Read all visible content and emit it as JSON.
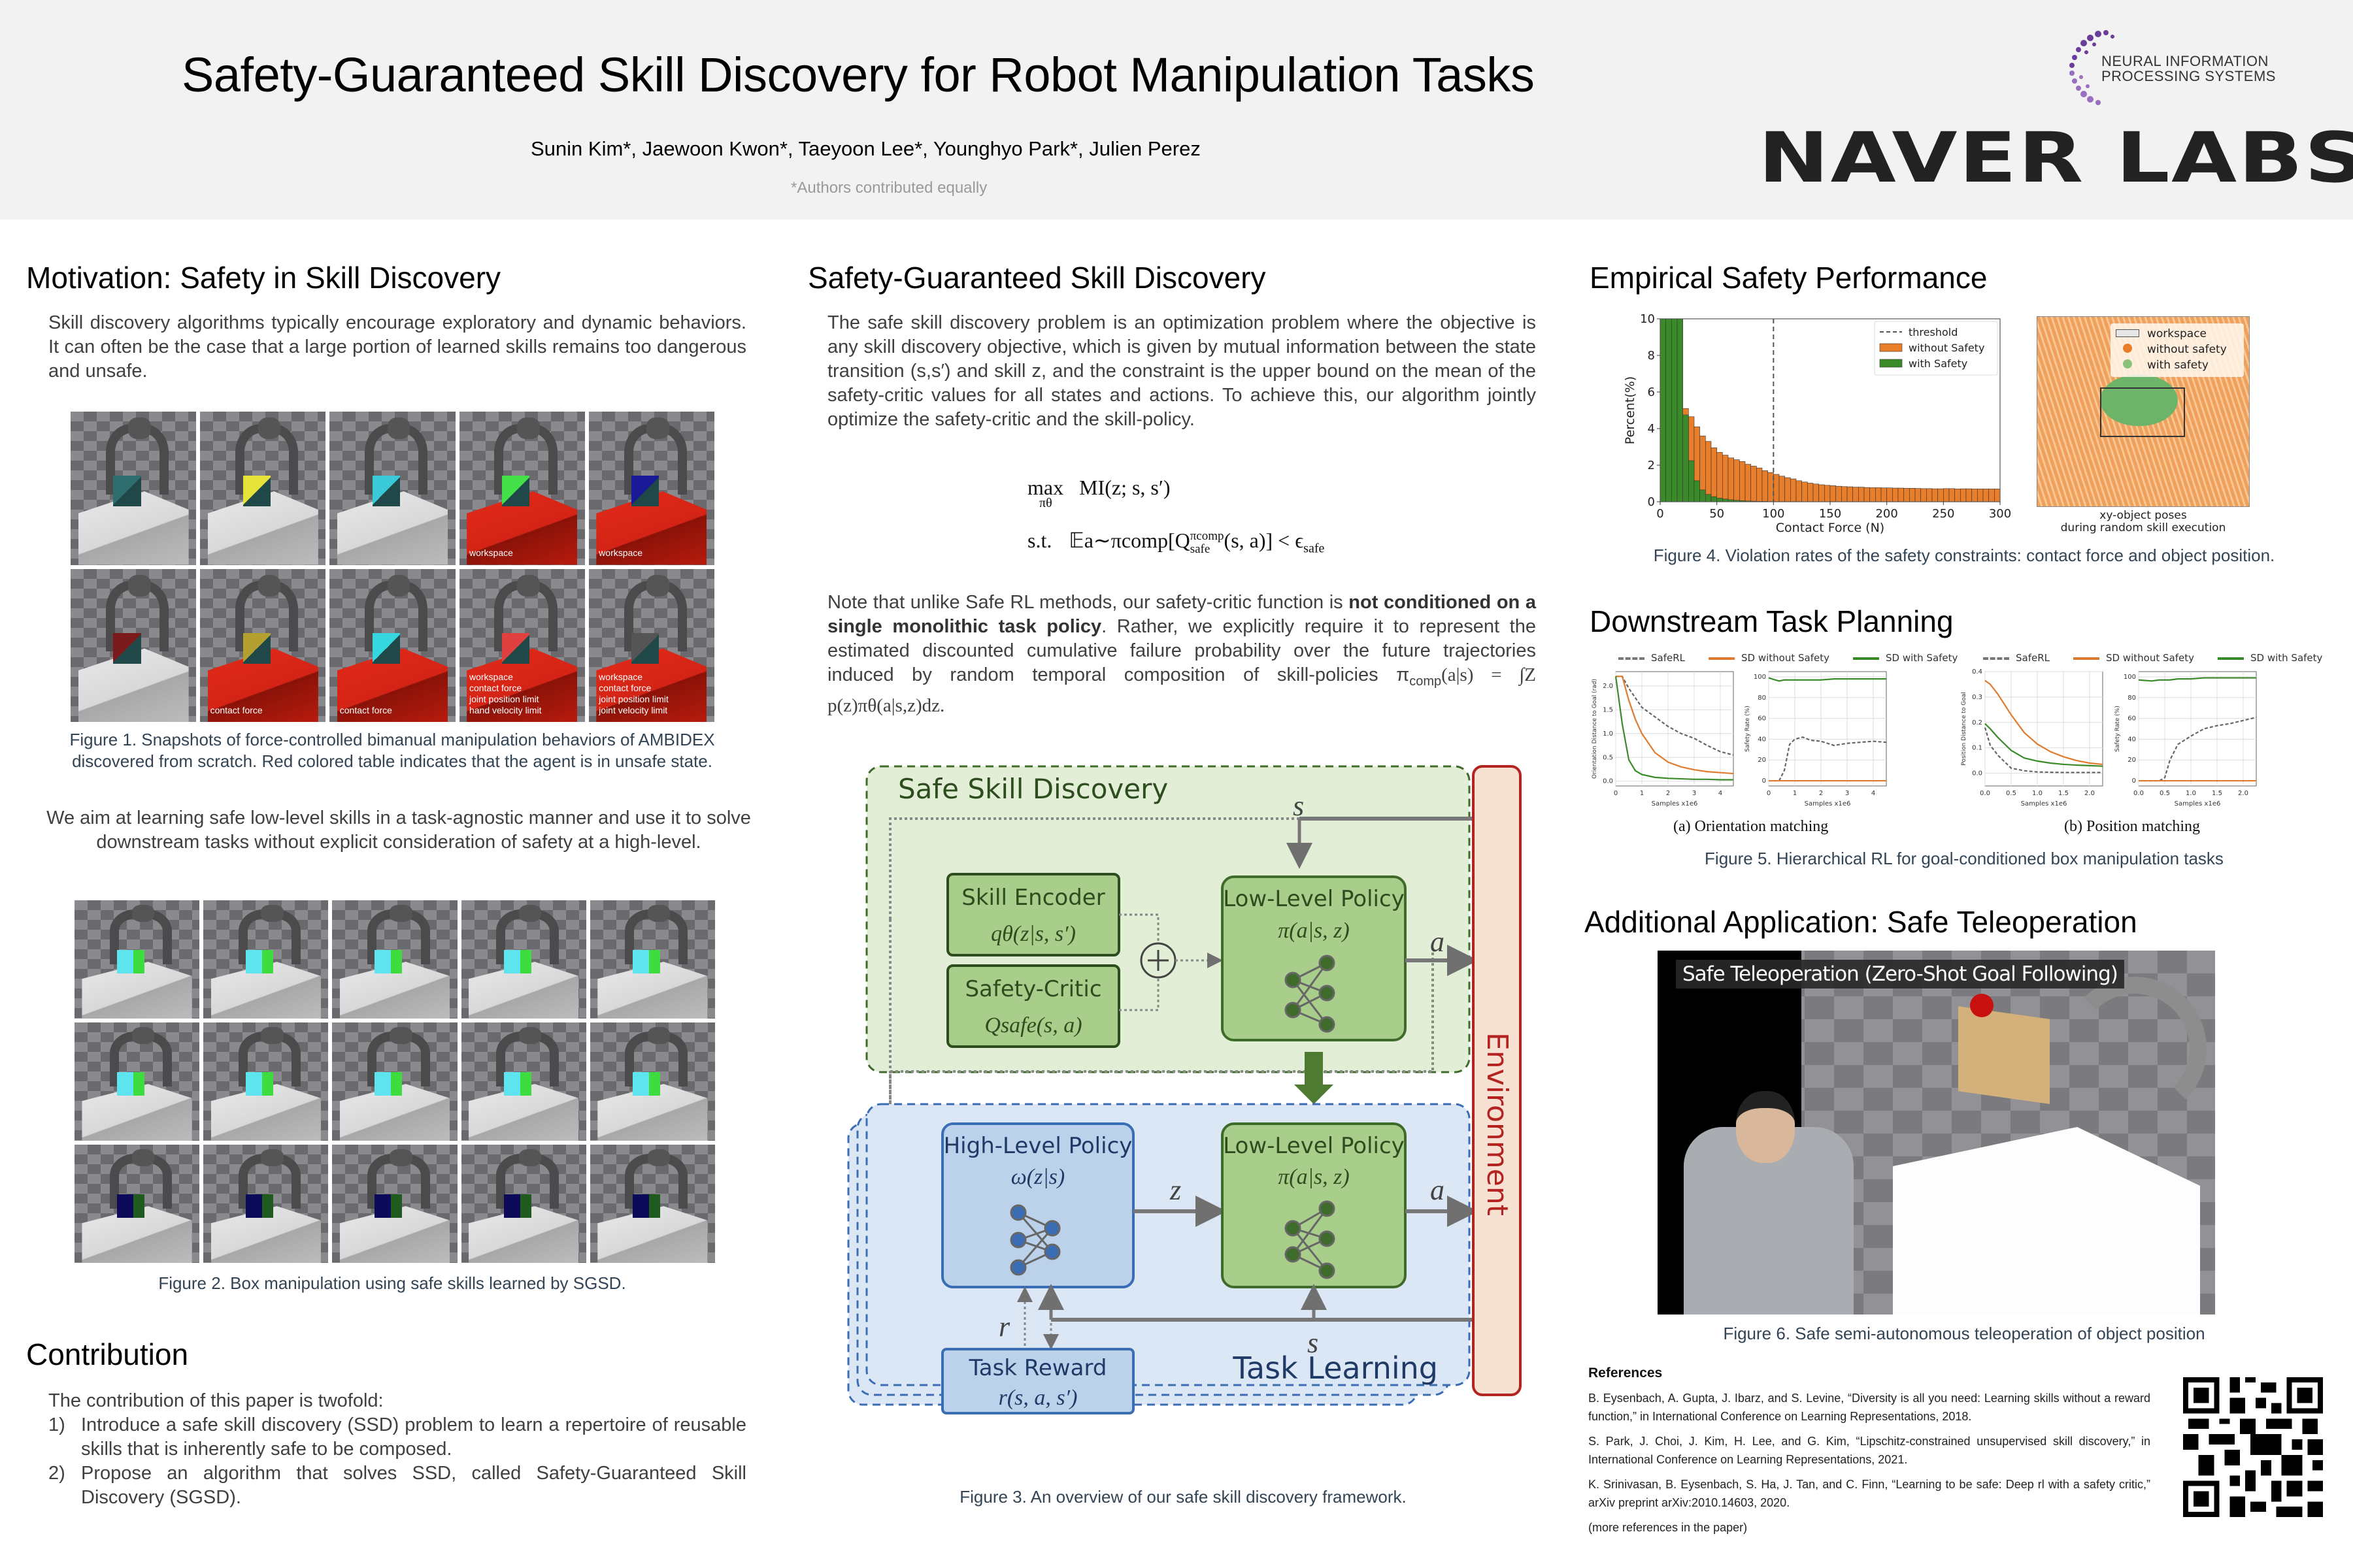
{
  "header": {
    "title": "Safety-Guaranteed Skill Discovery for Robot Manipulation Tasks",
    "authors": "Sunin Kim*, Jaewoon Kwon*, Taeyoon Lee*, Younghyo Park*, Julien Perez",
    "equal_note": "*Authors contributed equally",
    "neurips_line1": "NEURAL INFORMATION",
    "neurips_line2": "PROCESSING SYSTEMS",
    "org_logo": "NAVER LABS",
    "colors": {
      "neurips_purple": "#6a3d9a",
      "naver_dark": "#222222"
    }
  },
  "motivation": {
    "heading": "Motivation: Safety in Skill Discovery",
    "para1": "Skill discovery algorithms typically encourage exploratory and dynamic behaviors. It can often be the case that a large portion of learned skills remains too dangerous and unsafe.",
    "figure1": {
      "tiles": [
        {
          "unsafe": false,
          "labels": ""
        },
        {
          "unsafe": false,
          "labels": ""
        },
        {
          "unsafe": false,
          "labels": ""
        },
        {
          "unsafe": true,
          "labels": "workspace"
        },
        {
          "unsafe": true,
          "labels": "workspace"
        },
        {
          "unsafe": false,
          "labels": ""
        },
        {
          "unsafe": true,
          "labels": "contact force"
        },
        {
          "unsafe": true,
          "labels": "contact force"
        },
        {
          "unsafe": true,
          "labels": "workspace\ncontact force\njoint position limit\nhand velocity limit"
        },
        {
          "unsafe": true,
          "labels": "workspace\ncontact force\njoint position limit\njoint velocity limit"
        }
      ],
      "caption": "Figure 1. Snapshots of force-controlled bimanual manipulation behaviors of AMBIDEX discovered from scratch. Red colored table indicates that the agent is in unsafe state."
    },
    "para2": "We aim at learning safe low-level skills in a task-agnostic manner and use it to solve downstream tasks without explicit consideration of safety at a high-level.",
    "figure2": {
      "tile_count": 15,
      "caption": "Figure 2. Box manipulation using safe skills learned by SGSD."
    }
  },
  "contribution": {
    "heading": "Contribution",
    "intro": "The contribution of this paper is twofold:",
    "items": [
      {
        "num": "1)",
        "text": "Introduce a safe skill discovery (SSD) problem to learn a repertoire of reusable skills that is inherently safe to be composed."
      },
      {
        "num": "2)",
        "text": "Propose an algorithm that solves SSD, called Safety-Guaranteed Skill Discovery (SGSD)."
      }
    ]
  },
  "sgsd": {
    "heading": "Safety-Guaranteed Skill Discovery",
    "para1": "The safe skill discovery problem is an optimization problem where the objective is any skill discovery objective, which is given by mutual information between the state transition (s,s′) and skill z, and the constraint is the upper bound on the mean of the safety-critic values for all states and actions. To achieve this, our algorithm jointly optimize the safety-critic and the skill-policy.",
    "eq_line1_op": "max",
    "eq_line1_sub": "πθ",
    "eq_line1_expr": "MI(z; s, s′)",
    "eq_line2_st": "s.t.",
    "eq_line2_expr": "𝔼a∼πcomp[Q",
    "eq_line2_sup": "πcomp",
    "eq_line2_sub": "safe",
    "eq_line2_tail": "(s, a)] < ϵ",
    "eq_line2_tail_sub": "safe",
    "para2_pre": "Note that unlike Safe RL methods, our safety-critic function is ",
    "para2_bold": "not conditioned on a single monolithic task policy",
    "para2_post": ". Rather, we explicitly require it to represent the estimated discounted cumulative failure probability over the future trajectories induced by random temporal composition of skill-policies π",
    "para2_sub": "comp",
    "para2_tail": "(a|s) = ∫Z p(z)πθ(a|s,z)dz.",
    "diagram": {
      "ssd_title": "Safe Skill Discovery",
      "skill_encoder": "Skill Encoder",
      "skill_encoder_eq": "qθ(z|s, s′)",
      "safety_critic": "Safety-Critic",
      "safety_critic_eq": "Qsafe(s, a)",
      "low_level": "Low-Level Policy",
      "low_level_eq": "π(a|s, z)",
      "high_level": "High-Level Policy",
      "high_level_eq": "ω(z|s)",
      "task_reward": "Task Reward",
      "task_reward_eq": "r(s, a, s′)",
      "task_learning": "Task Learning",
      "environment": "Environment",
      "sym_s": "s",
      "sym_a": "a",
      "sym_z": "z",
      "sym_r": "r",
      "colors": {
        "green_fill": "#a9cd8b",
        "green_bg": "#e2eed6",
        "green_stroke": "#3f6b2a",
        "blue_fill": "#bcd2eb",
        "blue_bg": "#dbe7f5",
        "blue_stroke": "#3b6db5",
        "env_fill": "#f6e1d3",
        "env_stroke": "#b4231f"
      }
    },
    "caption": "Figure 3. An overview of our safe skill discovery framework."
  },
  "empirical": {
    "heading": "Empirical Safety Performance",
    "scatter": {
      "legend": [
        "workspace",
        "without safety",
        "with safety"
      ],
      "xlabel_line1": "xy-object poses",
      "xlabel_line2": "during random skill execution"
    },
    "caption": "Figure 4. Violation rates of the safety constraints: contact force and object position."
  },
  "downstream": {
    "heading": "Downstream Task Planning",
    "legend": [
      "SafeRL",
      "SD without Safety",
      "SD with Safety"
    ],
    "sub_a": "(a) Orientation matching",
    "sub_b": "(b) Position matching",
    "caption": "Figure 5. Hierarchical RL for goal-conditioned box manipulation tasks"
  },
  "teleop": {
    "heading": "Additional Application: Safe Teleoperation",
    "overlay": "Safe Teleoperation (Zero-Shot Goal Following)",
    "caption": "Figure 6. Safe semi-autonomous teleoperation of object position"
  },
  "references": {
    "heading": "References",
    "items": [
      "B. Eysenbach, A. Gupta, J. Ibarz, and S. Levine, “Diversity is all you need: Learning skills without a reward function,” in International Conference on Learning Representations, 2018.",
      "S. Park, J. Choi, J. Kim, H. Lee, and G. Kim, “Lipschitz-constrained unsupervised skill discovery,” in International Conference on Learning Representations, 2021.",
      "K. Srinivasan, B. Eysenbach, S. Ha, J. Tan, and C. Finn, “Learning to be safe: Deep rl with a safety critic,” arXiv preprint arXiv:2010.14603, 2020.",
      "(more references in the paper)"
    ]
  },
  "chart_data": [
    {
      "id": "contact_force_hist",
      "type": "bar",
      "title": "",
      "xlabel": "Contact Force (N)",
      "ylabel": "Percent(%)",
      "xlim": [
        0,
        300
      ],
      "ylim": [
        0,
        10
      ],
      "xticks": [
        0,
        50,
        100,
        150,
        200,
        250,
        300
      ],
      "yticks": [
        0,
        2,
        4,
        6,
        8,
        10
      ],
      "threshold": 100,
      "legend": [
        "threshold",
        "without Safety",
        "with Safety"
      ],
      "legend_position": "top-right",
      "bin_width": 5,
      "series": [
        {
          "name": "without Safety",
          "color": "#e87d2a",
          "values": [
            10,
            10,
            10,
            10,
            5.1,
            4.65,
            4.1,
            3.6,
            3.3,
            2.95,
            2.7,
            2.55,
            2.4,
            2.3,
            2.2,
            2.05,
            1.95,
            1.85,
            1.7,
            1.6,
            1.5,
            1.4,
            1.32,
            1.25,
            1.15,
            1.08,
            1.02,
            0.97,
            0.93,
            0.9,
            0.88,
            0.85,
            0.83,
            0.82,
            0.8,
            0.8,
            0.78,
            0.77,
            0.77,
            0.76,
            0.76,
            0.75,
            0.75,
            0.74,
            0.74,
            0.73,
            0.72,
            0.72,
            0.71,
            0.71,
            0.72,
            0.72,
            0.7,
            0.71,
            0.71,
            0.7,
            0.7,
            0.7,
            0.7,
            0.7
          ]
        },
        {
          "name": "with Safety",
          "color": "#3a8a2a",
          "values": [
            10,
            10,
            10,
            10,
            4.75,
            2.25,
            1.15,
            0.65,
            0.4,
            0.28,
            0.2,
            0.15,
            0.11,
            0.08,
            0.06,
            0.04,
            0.03,
            0.02,
            0.02,
            0.01,
            0.01,
            0.01,
            0.01,
            0.01,
            0.01,
            0,
            0,
            0,
            0,
            0,
            0,
            0,
            0,
            0,
            0,
            0,
            0,
            0,
            0,
            0,
            0,
            0,
            0,
            0,
            0,
            0,
            0,
            0,
            0,
            0,
            0,
            0,
            0,
            0,
            0,
            0,
            0,
            0,
            0,
            0
          ]
        }
      ]
    },
    {
      "id": "orientation_distance",
      "type": "line",
      "xlabel": "Samples x1e6",
      "ylabel": "Orientation Distance to Goal (rad)",
      "xlim": [
        0,
        4.5
      ],
      "ylim": [
        -0.1,
        2.3
      ],
      "xticks": [
        0,
        1,
        2,
        3,
        4
      ],
      "yticks": [
        0.0,
        0.5,
        1.0,
        1.5,
        2.0
      ],
      "grid": true,
      "x": [
        0,
        0.25,
        0.5,
        0.75,
        1,
        1.5,
        2,
        2.5,
        3,
        3.5,
        4,
        4.5
      ],
      "series": [
        {
          "name": "SafeRL",
          "style": "dashed",
          "color": "#666666",
          "values": [
            2.2,
            2.2,
            1.95,
            1.75,
            1.55,
            1.35,
            1.15,
            1.0,
            0.9,
            0.75,
            0.62,
            0.55
          ]
        },
        {
          "name": "SD without Safety",
          "color": "#e07b2e",
          "values": [
            2.2,
            2.2,
            1.7,
            1.3,
            1.0,
            0.6,
            0.4,
            0.3,
            0.24,
            0.2,
            0.18,
            0.16
          ]
        },
        {
          "name": "SD with Safety",
          "color": "#3a8a2a",
          "values": [
            2.2,
            1.2,
            0.45,
            0.22,
            0.14,
            0.08,
            0.06,
            0.05,
            0.04,
            0.04,
            0.03,
            0.03
          ]
        }
      ]
    },
    {
      "id": "orientation_safety_rate",
      "type": "line",
      "xlabel": "Samples x1e6",
      "ylabel": "Safety Rate (%)",
      "xlim": [
        0,
        4.5
      ],
      "ylim": [
        -5,
        105
      ],
      "xticks": [
        0,
        1,
        2,
        3,
        4
      ],
      "yticks": [
        0,
        20,
        40,
        60,
        80,
        100
      ],
      "grid": true,
      "x": [
        0,
        0.25,
        0.4,
        0.6,
        0.8,
        1,
        1.3,
        1.6,
        2,
        2.5,
        3,
        3.5,
        4,
        4.5
      ],
      "series": [
        {
          "name": "SafeRL",
          "style": "dashed",
          "color": "#666666",
          "values": [
            0,
            0,
            0,
            10,
            35,
            40,
            42,
            39,
            38,
            34,
            36,
            37,
            38,
            37
          ]
        },
        {
          "name": "SD without Safety",
          "color": "#e07b2e",
          "values": [
            0,
            0,
            0,
            0,
            0,
            0,
            0,
            0,
            0,
            0,
            0,
            0,
            0,
            0
          ]
        },
        {
          "name": "SD with Safety",
          "color": "#3a8a2a",
          "values": [
            99,
            97,
            96,
            97,
            97,
            97,
            97,
            97,
            97,
            98,
            98,
            98,
            98,
            98
          ]
        }
      ]
    },
    {
      "id": "position_distance",
      "type": "line",
      "xlabel": "Samples x1e6",
      "ylabel": "Position Distance to Goal",
      "xlim": [
        0,
        2.25
      ],
      "ylim": [
        -0.05,
        0.4
      ],
      "xticks": [
        0.0,
        0.5,
        1.0,
        1.5,
        2.0
      ],
      "yticks": [
        0.0,
        0.1,
        0.2,
        0.3,
        0.4
      ],
      "grid": true,
      "x": [
        0,
        0.1,
        0.25,
        0.5,
        0.75,
        1.0,
        1.25,
        1.5,
        1.75,
        2.0,
        2.25
      ],
      "series": [
        {
          "name": "SafeRL",
          "style": "dashed",
          "color": "#666666",
          "values": [
            0.18,
            0.11,
            0.07,
            0.02,
            0.01,
            0.005,
            0.004,
            0.003,
            0.003,
            0.003,
            0.003
          ]
        },
        {
          "name": "SD without Safety",
          "color": "#e07b2e",
          "values": [
            0.365,
            0.35,
            0.31,
            0.23,
            0.16,
            0.115,
            0.085,
            0.065,
            0.05,
            0.04,
            0.035
          ]
        },
        {
          "name": "SD with Safety",
          "color": "#3a8a2a",
          "values": [
            0.195,
            0.175,
            0.14,
            0.09,
            0.06,
            0.048,
            0.04,
            0.035,
            0.032,
            0.03,
            0.028
          ]
        }
      ]
    },
    {
      "id": "position_safety_rate",
      "type": "line",
      "xlabel": "Samples x1e6",
      "ylabel": "Safety Rate (%)",
      "xlim": [
        0,
        2.25
      ],
      "ylim": [
        -5,
        105
      ],
      "xticks": [
        0.0,
        0.5,
        1.0,
        1.5,
        2.0
      ],
      "yticks": [
        0,
        20,
        40,
        60,
        80,
        100
      ],
      "grid": true,
      "x": [
        0,
        0.25,
        0.4,
        0.5,
        0.6,
        0.75,
        1.0,
        1.25,
        1.5,
        1.75,
        2.0,
        2.25
      ],
      "series": [
        {
          "name": "SafeRL",
          "style": "dashed",
          "color": "#666666",
          "values": [
            0,
            0,
            0,
            3,
            20,
            35,
            43,
            50,
            53,
            55,
            58,
            61
          ]
        },
        {
          "name": "SD without Safety",
          "color": "#e07b2e",
          "values": [
            0,
            0,
            0,
            0,
            0,
            0,
            0,
            0,
            0,
            0,
            0,
            0
          ]
        },
        {
          "name": "SD with Safety",
          "color": "#3a8a2a",
          "values": [
            97,
            96,
            97,
            97,
            97,
            98,
            98,
            99,
            99,
            99,
            99,
            99
          ]
        }
      ]
    }
  ]
}
